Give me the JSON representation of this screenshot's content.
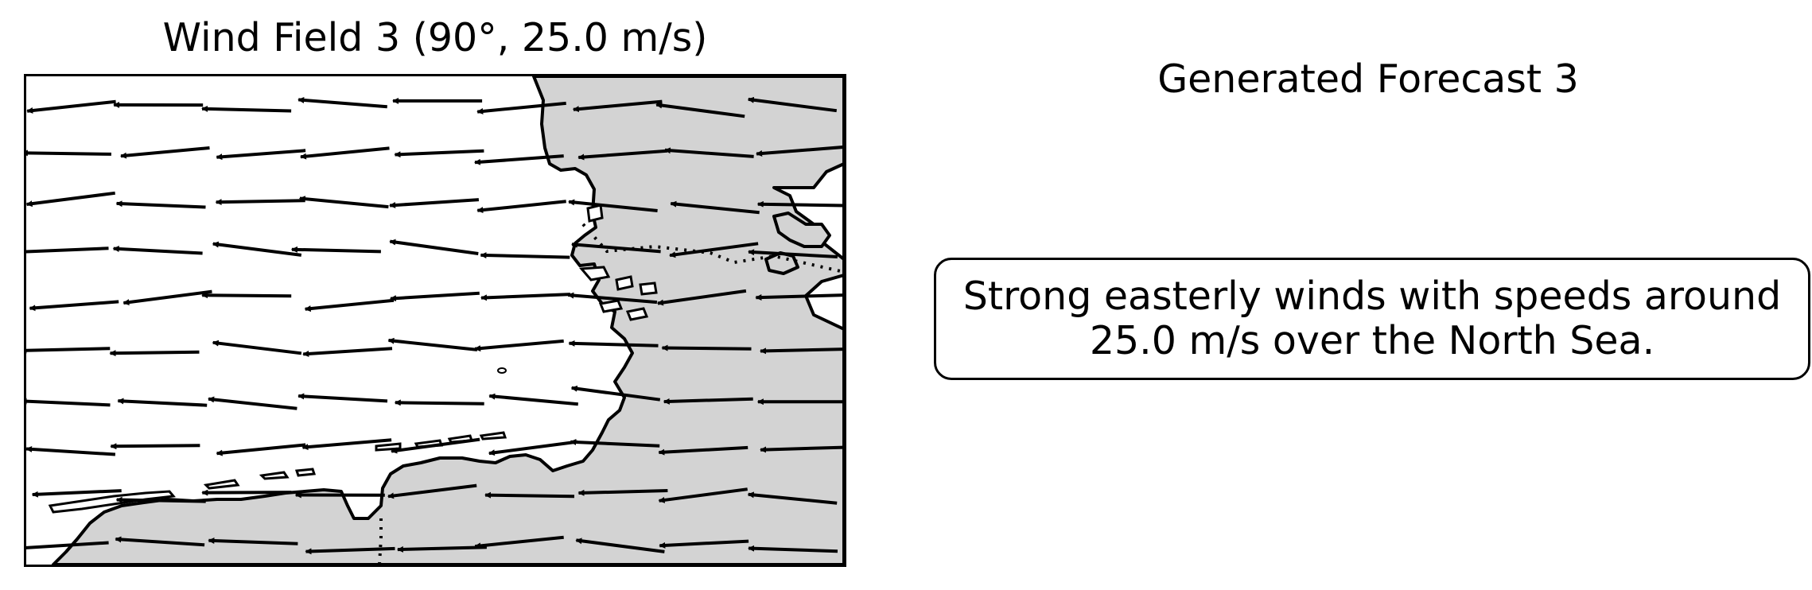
{
  "left_panel": {
    "title": "Wind Field 3 (90°, 25.0 m/s)",
    "wind": {
      "direction_deg": 90,
      "speed_ms": 25.0
    }
  },
  "right_panel": {
    "title": "Generated Forecast 3",
    "forecast_text": "Strong easterly winds with speeds around\n25.0 m/s over the North Sea."
  },
  "colors": {
    "land": "#d3d3d3",
    "sea": "#ffffff",
    "coastline": "#000000",
    "arrows": "#000000"
  }
}
